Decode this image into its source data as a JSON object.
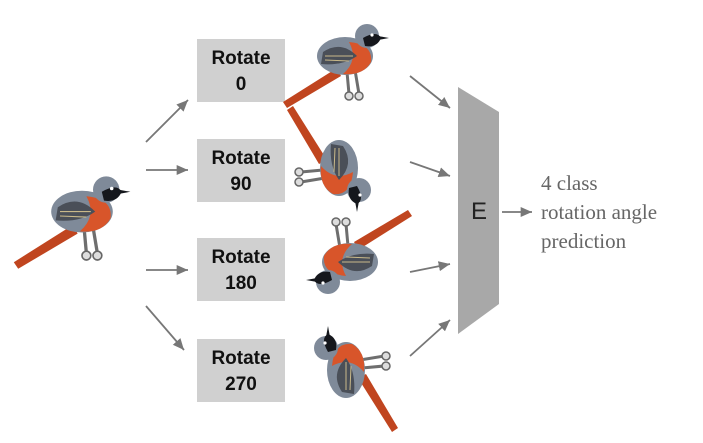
{
  "rotations": [
    {
      "line1": "Rotate",
      "line2": "0"
    },
    {
      "line1": "Rotate",
      "line2": "90"
    },
    {
      "line1": "Rotate",
      "line2": "180"
    },
    {
      "line1": "Rotate",
      "line2": "270"
    }
  ],
  "encoder_label": "E",
  "output_lines": [
    "4 class",
    "rotation angle",
    "prediction"
  ],
  "colors": {
    "box_fill": "#d0d0d0",
    "encoder_fill": "#a8a8a8",
    "arrow": "#777777",
    "bird_grey": "#7f8a99",
    "bird_orange": "#d8552a",
    "bird_black": "#15171c",
    "bird_tail": "#c0451f"
  },
  "icons": [
    "bird-image",
    "arrow-icon"
  ]
}
